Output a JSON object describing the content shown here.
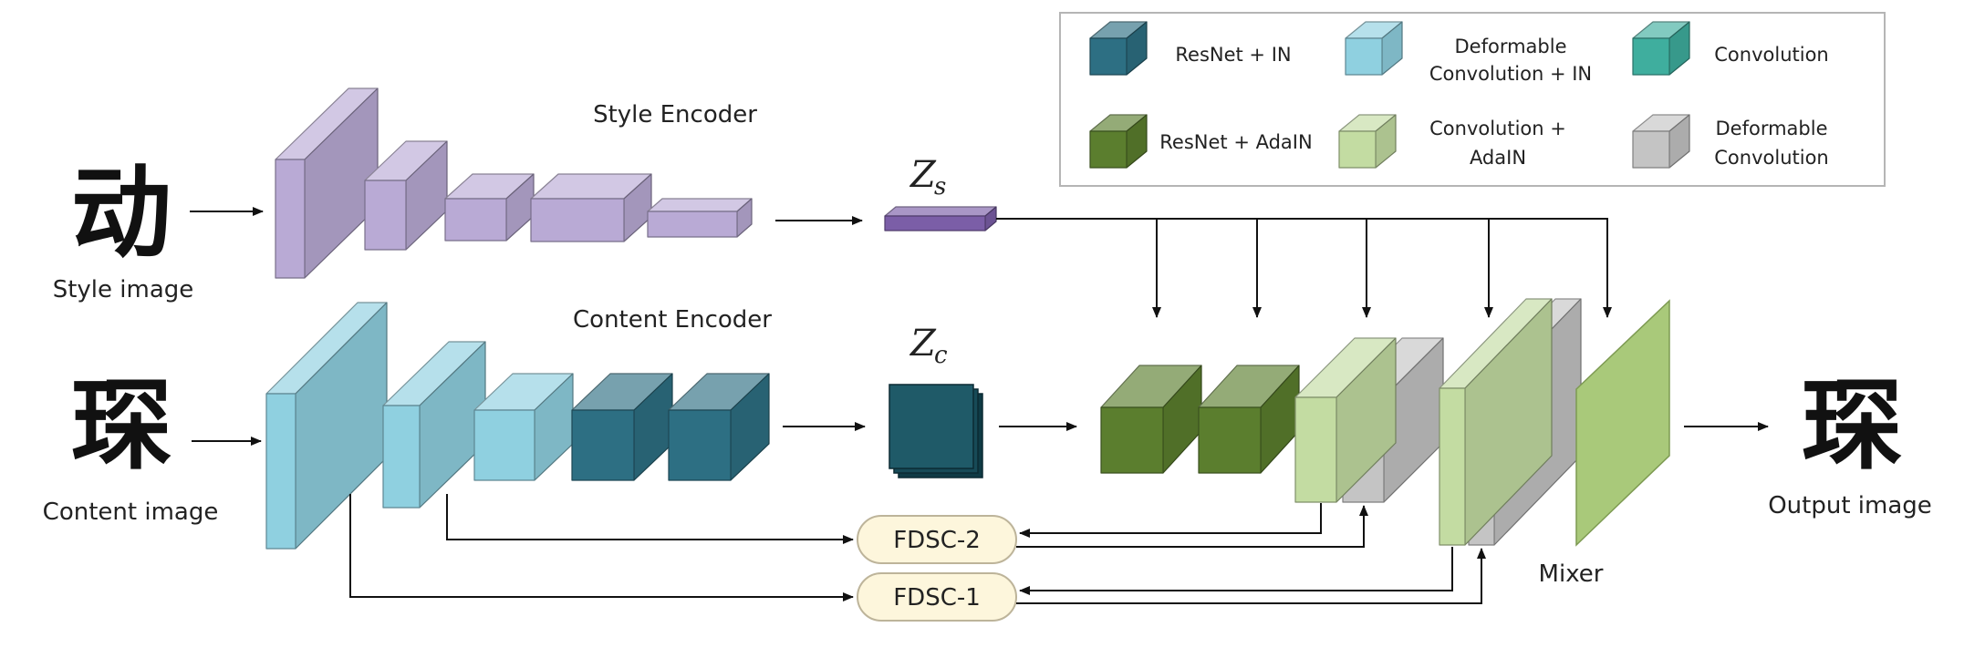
{
  "legend": {
    "items": [
      {
        "label": "ResNet + IN",
        "color": "resnet_in"
      },
      {
        "label": "Deformable Convolution + IN",
        "color": "deform_in"
      },
      {
        "label": "Convolution",
        "color": "conv"
      },
      {
        "label": "ResNet + AdaIN",
        "color": "resnet_adain"
      },
      {
        "label": "Convolution + AdaIN",
        "color": "conv_adain"
      },
      {
        "label": "Deformable Convolution",
        "color": "deform"
      }
    ],
    "labels_split": {
      "deform_in_1": "Deformable",
      "deform_in_2": "Convolution + IN",
      "conv_adain_1": "Convolution +",
      "conv_adain_2": "AdaIN",
      "deform_1": "Deformable",
      "deform_2": "Convolution"
    }
  },
  "style_branch": {
    "input_glyph": "动",
    "input_label": "Style image",
    "encoder_label": "Style Encoder",
    "latent": "Z",
    "latent_sub": "s"
  },
  "content_branch": {
    "input_glyph": "琛",
    "input_label": "Content image",
    "encoder_label": "Content Encoder",
    "latent": "Z",
    "latent_sub": "c"
  },
  "mixer": {
    "label": "Mixer"
  },
  "skip_connections": [
    {
      "label": "FDSC-2"
    },
    {
      "label": "FDSC-1"
    }
  ],
  "output": {
    "glyph": "琛",
    "label": "Output image"
  },
  "colors": {
    "style": "#b9aad5",
    "latent_s": "#7b5ea7",
    "deform_in": "#8fd0e0",
    "resnet_in": "#2d6f83",
    "latent_c": "#1f5a68",
    "resnet_adain": "#5b7e2e",
    "conv_adain": "#c3dca2",
    "deform": "#c4c4c4",
    "conv": "#3fae9e",
    "output_plane": "#a9c97a",
    "fdsc_fill": "#fdf6dc",
    "fdsc_stroke": "#bdb49a"
  }
}
